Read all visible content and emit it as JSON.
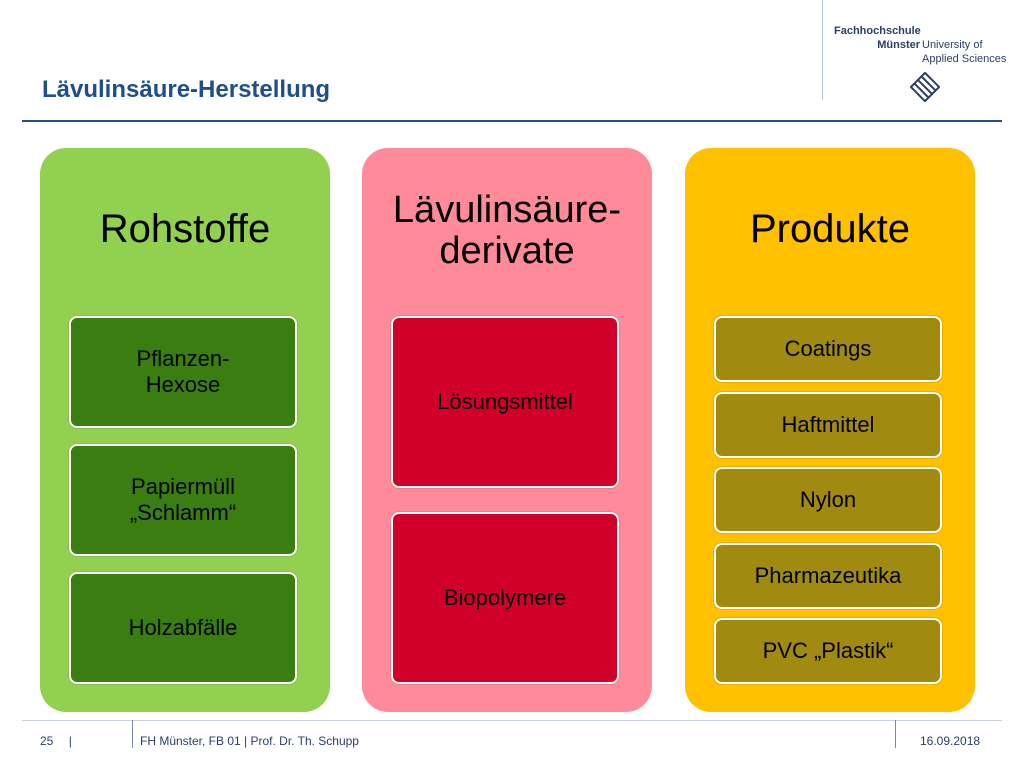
{
  "header": {
    "title": "Lävulinsäure-Herstellung",
    "logo_line1": "Fachhochschule",
    "logo_line2": "Münster",
    "logo_right1": "University of",
    "logo_right2": "Applied Sciences"
  },
  "columns": [
    {
      "heading_line1": "Rohstoffe",
      "color": "#92d050",
      "box_color": "#3a7d10",
      "items": [
        {
          "line1": "Pflanzen-",
          "line2": "Hexose"
        },
        {
          "line1": "Papiermüll",
          "line2": "„Schlamm“"
        },
        {
          "line1": "Holzabfälle"
        }
      ]
    },
    {
      "heading_line1": "Lävulinsäure-",
      "heading_line2": "derivate",
      "color": "#ff8a9a",
      "box_color": "#d0002a",
      "items": [
        {
          "line1": "Lösungsmittel"
        },
        {
          "line1": "Biopolymere"
        }
      ]
    },
    {
      "heading_line1": "Produkte",
      "color": "#ffc000",
      "box_color": "#a08a10",
      "items": [
        {
          "line1": "Coatings"
        },
        {
          "line1": "Haftmittel"
        },
        {
          "line1": "Nylon"
        },
        {
          "line1": "Pharmazeutika"
        },
        {
          "line1": "PVC „Plastik“"
        }
      ]
    }
  ],
  "footer": {
    "page_number": "25",
    "separator": "|",
    "institution": "FH Münster, FB 01  | Prof. Dr. Th. Schupp",
    "date": "16.09.2018"
  }
}
